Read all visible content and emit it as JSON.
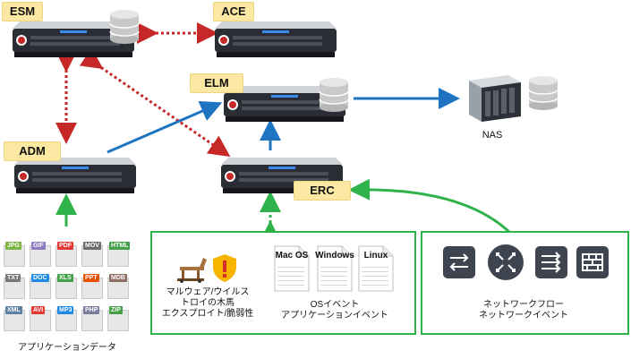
{
  "nodes": {
    "esm": "ESM",
    "ace": "ACE",
    "elm": "ELM",
    "adm": "ADM",
    "erc": "ERC",
    "nas": "NAS"
  },
  "captions": {
    "app_data": "アプリケーションデータ",
    "threats_line1": "マルウェア/ウイルス",
    "threats_line2": "トロイの木馬",
    "threats_line3": "エクスプロイト/脆弱性",
    "os_line1": "OSイベント",
    "os_line2": "アプリケーションイベント",
    "net_line1": "ネットワークフロー",
    "net_line2": "ネットワークイベント"
  },
  "os_docs": [
    "Mac OS",
    "Windows",
    "Linux"
  ],
  "file_types": [
    "JPG",
    "GIF",
    "PDF",
    "MOV",
    "HTML",
    "TXT",
    "DOC",
    "XLS",
    "PPT",
    "MDB",
    "XML",
    "AVI",
    "MP3",
    "PHP",
    "ZIP"
  ],
  "file_tag_colors": [
    "#7cb342",
    "#8e7cc3",
    "#e53935",
    "#6d6d6d",
    "#43a047",
    "#777777",
    "#1e88e5",
    "#43a047",
    "#e65100",
    "#8d6e63",
    "#5e7ea3",
    "#e53935",
    "#1e88e5",
    "#7a7a9d",
    "#43a047"
  ],
  "colors": {
    "red_dotted": "#c62828",
    "blue_arrow": "#1f74c2",
    "green_arrow": "#2fb24a",
    "label_bg": "#fbe9a3"
  },
  "icons": {
    "server": "rack-server-icon",
    "database": "database-cylinder-icon",
    "nas": "nas-storage-icon",
    "horse": "trojan-horse-icon",
    "warning": "warning-shield-icon",
    "switch": "network-switch-icon",
    "router": "router-icon",
    "firewall_alt": "layer3-switch-icon",
    "firewall": "firewall-icon"
  }
}
